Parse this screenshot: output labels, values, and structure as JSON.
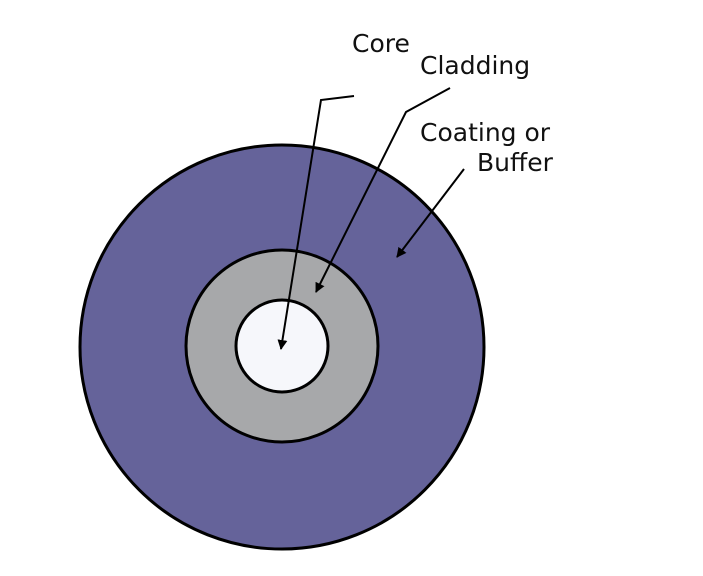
{
  "diagram": {
    "labels": {
      "core": "Core",
      "cladding": "Cladding",
      "coating_line1": "Coating or",
      "coating_line2": "Buffer"
    },
    "colors": {
      "coating": "#65639a",
      "cladding": "#a7a8aa",
      "core": "#f6f7fb",
      "outline": "#000000",
      "background": "#ffffff"
    }
  }
}
